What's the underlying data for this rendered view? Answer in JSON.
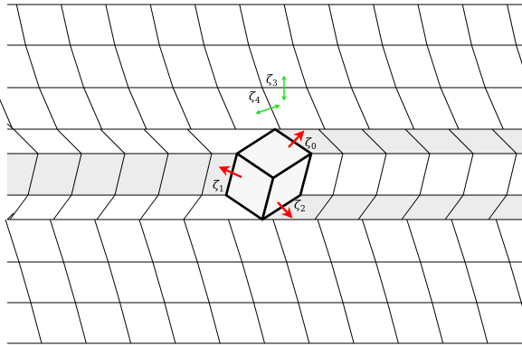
{
  "labels": {
    "zeta0": {
      "sym": "ζ",
      "sub": "0"
    },
    "zeta1": {
      "sym": "ζ",
      "sub": "1"
    },
    "zeta2": {
      "sym": "ζ",
      "sub": "2"
    },
    "zeta3": {
      "sym": "ζ",
      "sub": "3"
    },
    "zeta4": {
      "sym": "ζ",
      "sub": "4"
    }
  },
  "colors": {
    "line": "#000000",
    "shaded_tile": "#ececec",
    "cube_face": "#f7f7f7",
    "red_arrow": "#ff0000",
    "green_arrow": "#22dd22"
  }
}
